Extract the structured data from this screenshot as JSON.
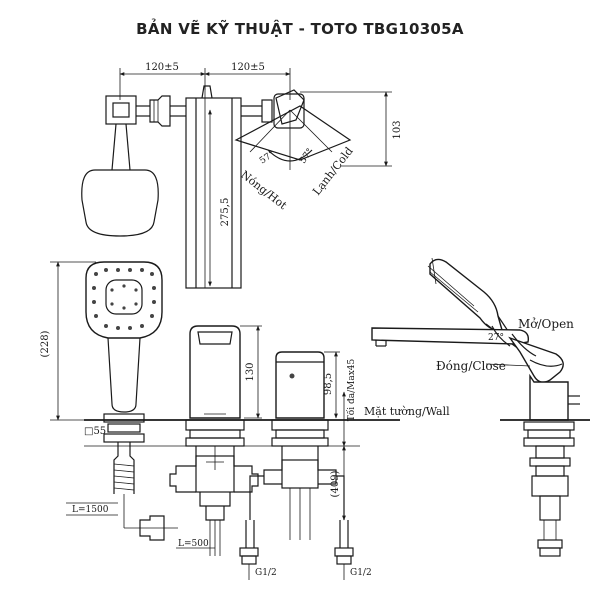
{
  "title": "BẢN VẼ KỸ THUẬT - TOTO TBG10305A",
  "dimensions": {
    "top_left_width": "120±5",
    "top_right_width": "120±5",
    "spout_height": "103",
    "body_height": "275,5",
    "angle_hot": "57°",
    "angle_cold": "57°",
    "handshower_height": "(228)",
    "square_size": "□55",
    "spout_front_height": "130",
    "valve_height": "98,5",
    "wall_max": "Tối đa/Max45",
    "hose_length": "L=1500",
    "pipe_length": "L=500",
    "depth": "(409)",
    "thread_left": "G1/2",
    "thread_right": "G1/2",
    "handle_angle": "27°"
  },
  "labels": {
    "hot": "Nóng/Hot",
    "cold": "Lạnh/Cold",
    "open": "Mở/Open",
    "close": "Đóng/Close",
    "wall": "Mặt tường/Wall"
  }
}
